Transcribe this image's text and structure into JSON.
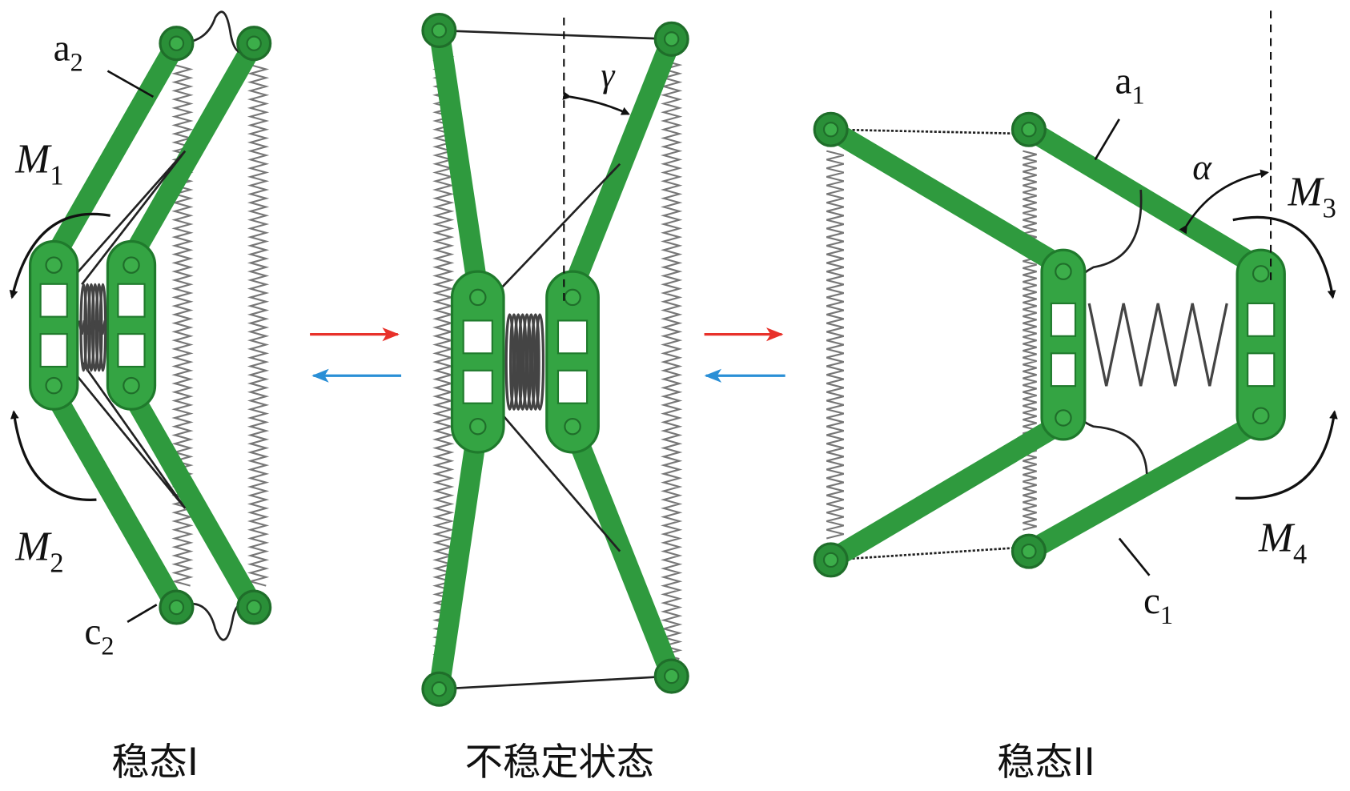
{
  "labels": {
    "a2": {
      "base": "a",
      "sub": "2"
    },
    "M1": {
      "base": "M",
      "sub": "1"
    },
    "M2": {
      "base": "M",
      "sub": "2"
    },
    "c2": {
      "base": "c",
      "sub": "2"
    },
    "gamma": "γ",
    "a1": {
      "base": "a",
      "sub": "1"
    },
    "alpha": "α",
    "M3": {
      "base": "M",
      "sub": "3"
    },
    "M4": {
      "base": "M",
      "sub": "4"
    },
    "c1": {
      "base": "c",
      "sub": "1"
    }
  },
  "captions": {
    "left": "稳态I",
    "middle": "不稳定状态",
    "right": "稳态II"
  },
  "colors": {
    "link_green": "#2f9a3e",
    "forward_arrow": "#e8312a",
    "backward_arrow": "#2a8fd6"
  }
}
